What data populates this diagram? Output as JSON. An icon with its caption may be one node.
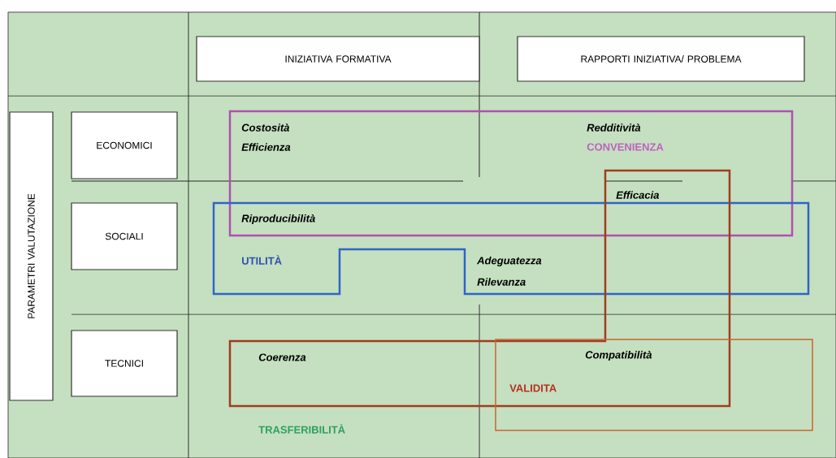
{
  "diagram": {
    "nodes": [
      {
        "text": [
          "INIZIATIVA FORMATIVA"
        ]
      },
      {
        "text": [
          "RAPPORTI INIZIATIVA/ PROBLEMA"
        ]
      },
      {
        "text": [
          "PARAMETRI VALUTAZIONE"
        ]
      },
      {
        "text": [
          "ECONOMICI"
        ]
      },
      {
        "text": [
          "SOCIALI"
        ]
      },
      {
        "text": [
          "TECNICI"
        ]
      }
    ],
    "labels": [
      "Costosità",
      "Efficienza",
      "Redditività",
      "CONVENIENZA",
      "Efficacia",
      "Riproducibilità",
      "UTILITÀ",
      "Adeguatezza",
      "Rilevanza",
      "Coerenza",
      "Compatibilità",
      "VALIDITA",
      "TRASFERIBILITÀ"
    ]
  }
}
